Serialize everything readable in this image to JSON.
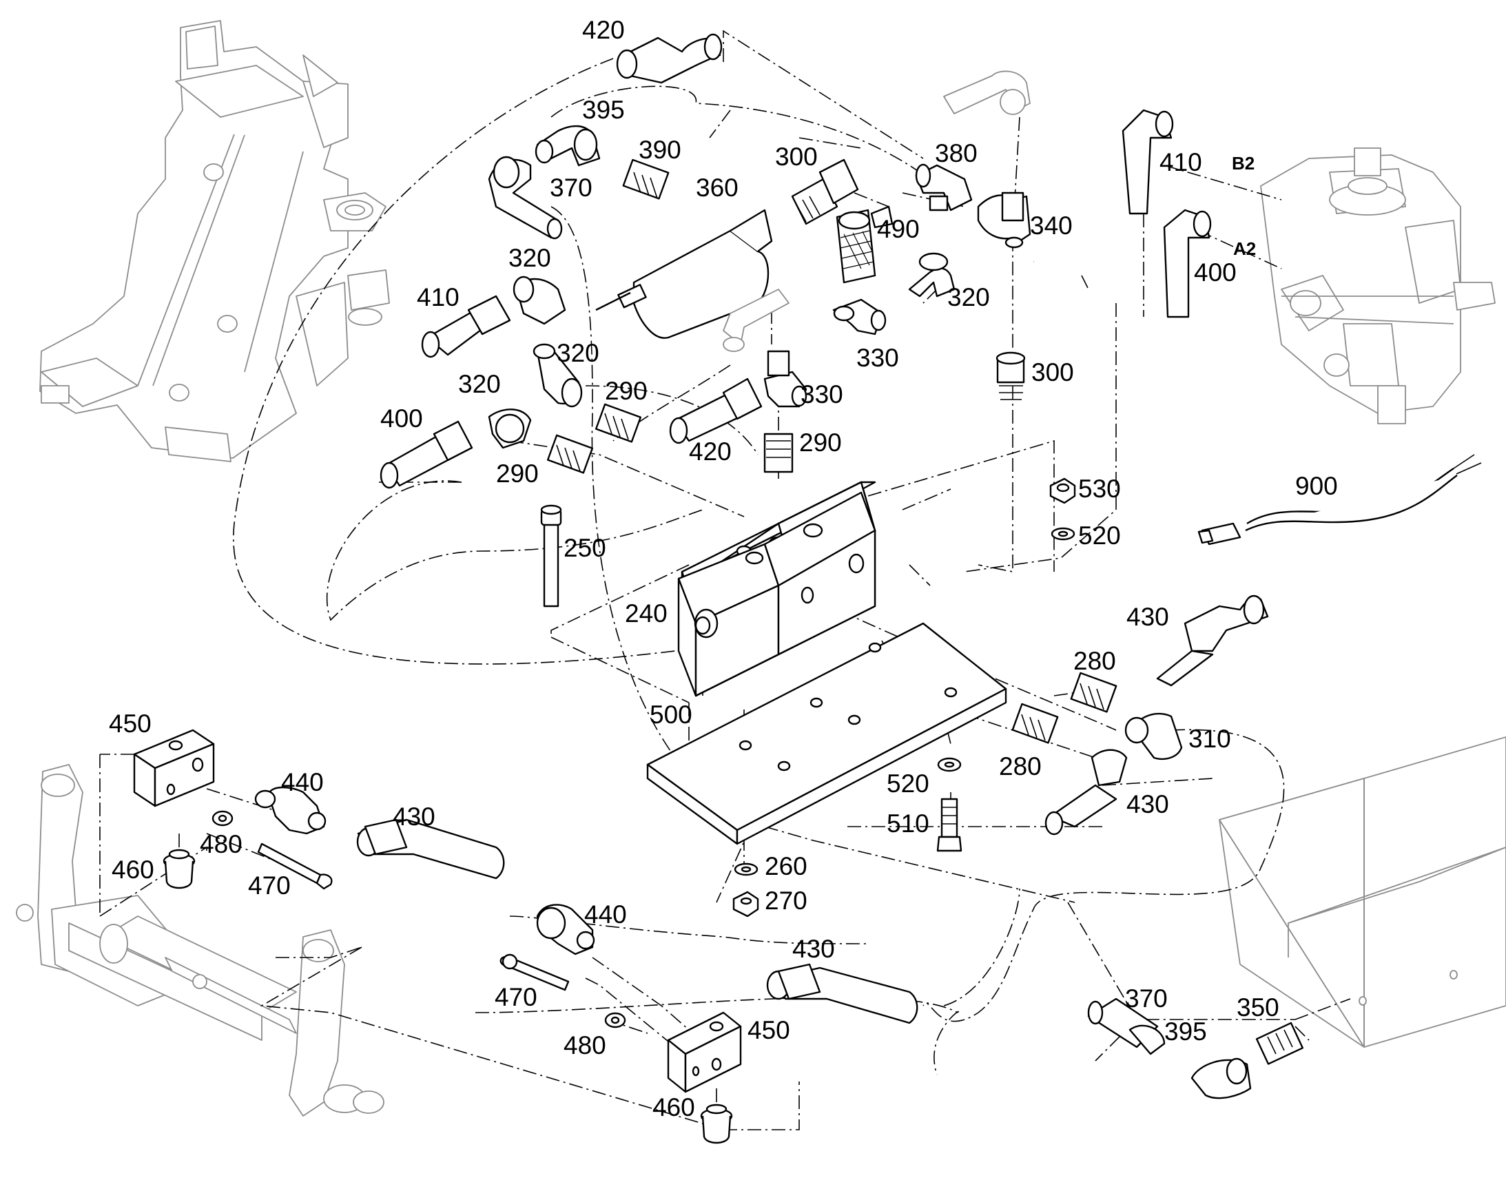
{
  "diagram": {
    "type": "exploded parts view",
    "callouts": [
      {
        "id": "c420a",
        "text": "420"
      },
      {
        "id": "c395a",
        "text": "395"
      },
      {
        "id": "c390",
        "text": "390"
      },
      {
        "id": "c300a",
        "text": "300"
      },
      {
        "id": "c380",
        "text": "380"
      },
      {
        "id": "c370a",
        "text": "370"
      },
      {
        "id": "c360",
        "text": "360"
      },
      {
        "id": "c490",
        "text": "490"
      },
      {
        "id": "c340",
        "text": "340"
      },
      {
        "id": "c410a",
        "text": "410"
      },
      {
        "id": "c320a",
        "text": "320"
      },
      {
        "id": "c320b",
        "text": "320"
      },
      {
        "id": "c320c",
        "text": "320"
      },
      {
        "id": "c410b",
        "text": "410"
      },
      {
        "id": "c320d",
        "text": "320"
      },
      {
        "id": "c290a",
        "text": "290"
      },
      {
        "id": "c330a",
        "text": "330"
      },
      {
        "id": "c300b",
        "text": "300"
      },
      {
        "id": "c400a",
        "text": "400"
      },
      {
        "id": "c330b",
        "text": "330"
      },
      {
        "id": "c400b",
        "text": "400"
      },
      {
        "id": "c420b",
        "text": "420"
      },
      {
        "id": "c290b",
        "text": "290"
      },
      {
        "id": "c290c",
        "text": "290"
      },
      {
        "id": "c530",
        "text": "530"
      },
      {
        "id": "c900",
        "text": "900"
      },
      {
        "id": "c520a",
        "text": "520"
      },
      {
        "id": "c250",
        "text": "250"
      },
      {
        "id": "c240",
        "text": "240"
      },
      {
        "id": "c430a",
        "text": "430"
      },
      {
        "id": "c280a",
        "text": "280"
      },
      {
        "id": "c500",
        "text": "500"
      },
      {
        "id": "c450a",
        "text": "450"
      },
      {
        "id": "c310",
        "text": "310"
      },
      {
        "id": "c440a",
        "text": "440"
      },
      {
        "id": "c280b",
        "text": "280"
      },
      {
        "id": "c520b",
        "text": "520"
      },
      {
        "id": "c430b",
        "text": "430"
      },
      {
        "id": "c430c",
        "text": "430"
      },
      {
        "id": "c480a",
        "text": "480"
      },
      {
        "id": "c510",
        "text": "510"
      },
      {
        "id": "c460a",
        "text": "460"
      },
      {
        "id": "c470a",
        "text": "470"
      },
      {
        "id": "c260",
        "text": "260"
      },
      {
        "id": "c270",
        "text": "270"
      },
      {
        "id": "c440b",
        "text": "440"
      },
      {
        "id": "c430d",
        "text": "430"
      },
      {
        "id": "c470b",
        "text": "470"
      },
      {
        "id": "c370b",
        "text": "370"
      },
      {
        "id": "c350",
        "text": "350"
      },
      {
        "id": "c450b",
        "text": "450"
      },
      {
        "id": "c395b",
        "text": "395"
      },
      {
        "id": "c480b",
        "text": "480"
      },
      {
        "id": "c460b",
        "text": "460"
      }
    ],
    "port_labels": [
      {
        "id": "pB2",
        "text": "B2"
      },
      {
        "id": "pA2",
        "text": "A2"
      }
    ]
  }
}
